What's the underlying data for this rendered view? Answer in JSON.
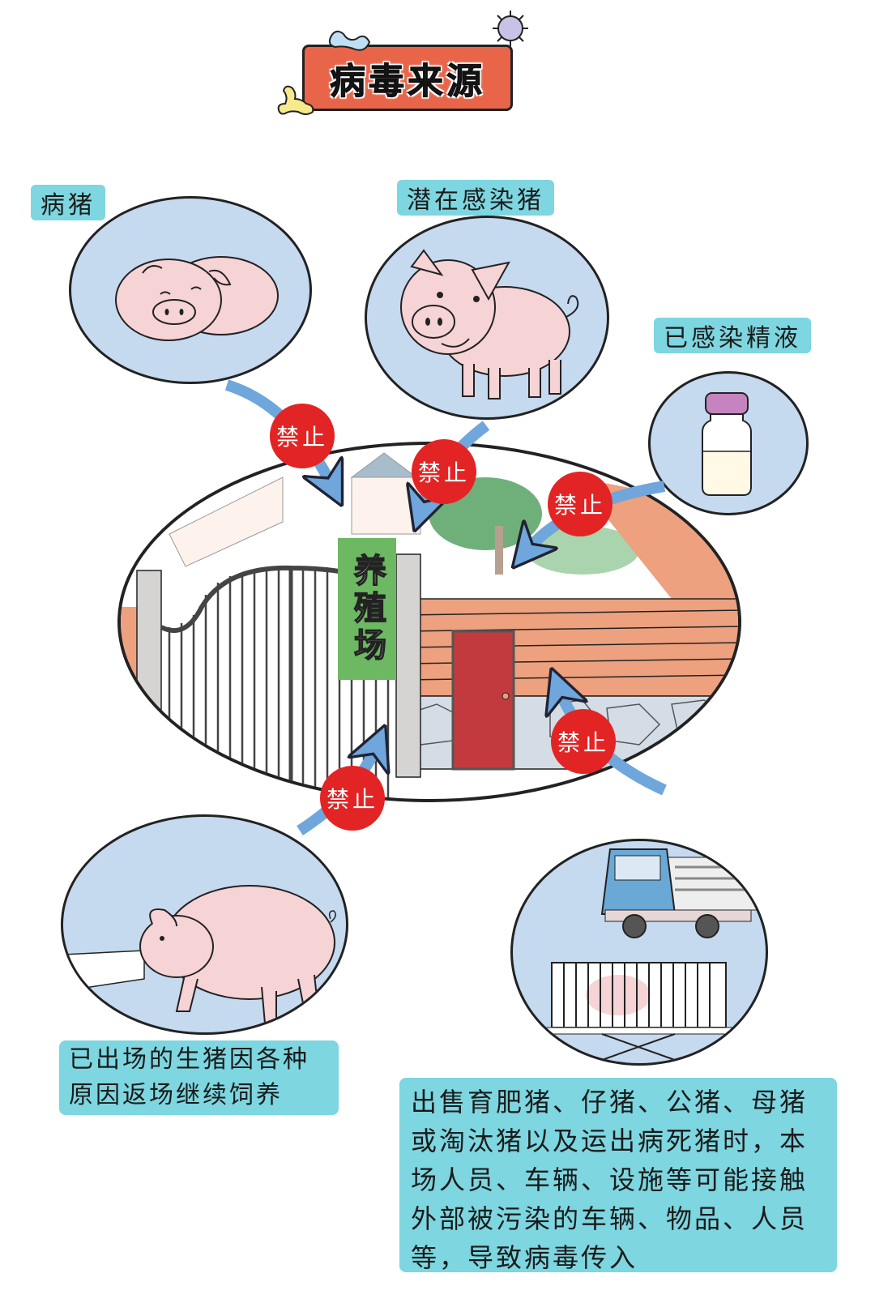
{
  "title": "病毒来源",
  "center": {
    "farm_sign": "养殖场"
  },
  "sources": [
    {
      "id": "sick-pig",
      "label": "病猪"
    },
    {
      "id": "latent-pig",
      "label": "潜在感染猪"
    },
    {
      "id": "semen",
      "label": "已感染精液"
    },
    {
      "id": "returning-pig",
      "label": "已出场的生猪因各种原因返场继续饲养",
      "lines": [
        "已出场的生猪因各种",
        "原因返场继续饲养"
      ]
    },
    {
      "id": "transport",
      "lines": [
        "出售育肥猪、仔猪、公猪、母猪",
        "或淘汰猪以及运出病死猪时，本",
        "场人员、车辆、设施等可能接触",
        "外部被污染的车辆、物品、人员",
        "等，导致病毒传入"
      ]
    }
  ],
  "ban_label": "禁止",
  "bans": [
    "禁止",
    "禁止",
    "禁止",
    "禁止",
    "禁止"
  ],
  "colors": {
    "title_bg": "#e8654a",
    "tag_bg": "#7dd6e0",
    "bubble_bg": "#c5d9ef",
    "ban_red": "#e32424",
    "arrow_blue": "#6fa6dc",
    "pig_pink": "#f6d3d5",
    "sign_green": "#6db862",
    "wall_orange": "#eda17e",
    "door_red": "#c23a3d"
  }
}
